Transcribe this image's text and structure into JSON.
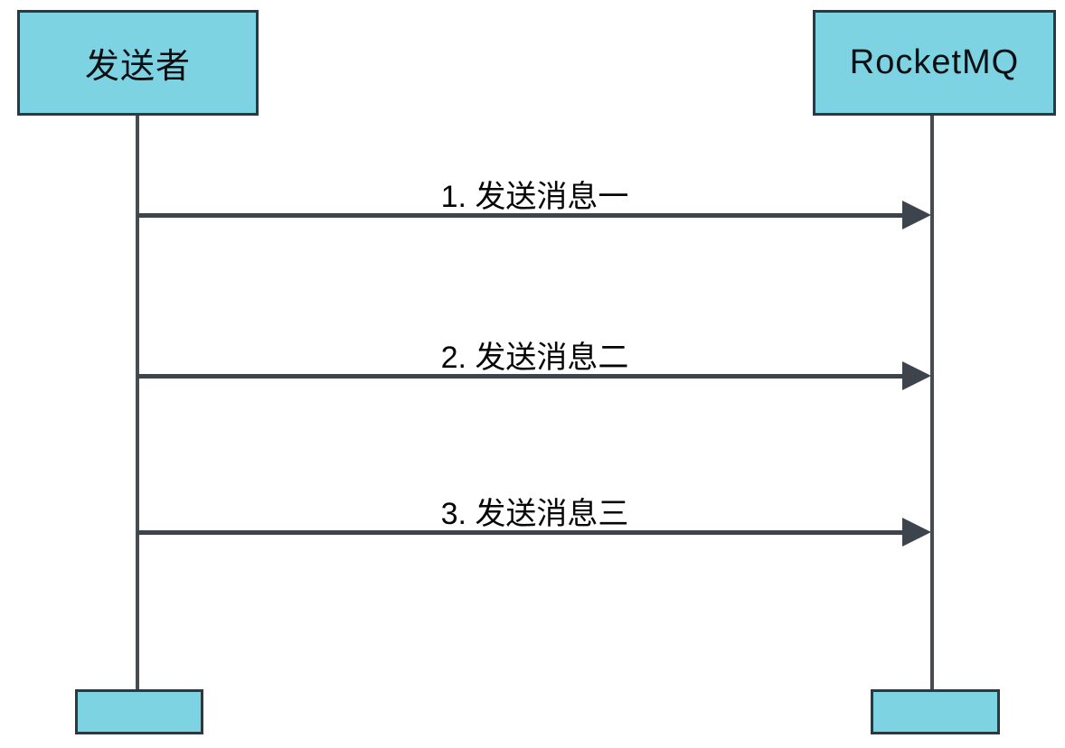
{
  "diagram": {
    "type": "sequence-diagram",
    "actors": [
      {
        "name": "发送者"
      },
      {
        "name": "RocketMQ"
      }
    ],
    "messages": [
      {
        "label": "1. 发送消息一",
        "from": "发送者",
        "to": "RocketMQ"
      },
      {
        "label": "2. 发送消息二",
        "from": "发送者",
        "to": "RocketMQ"
      },
      {
        "label": "3. 发送消息三",
        "from": "发送者",
        "to": "RocketMQ"
      }
    ],
    "colors": {
      "actor_fill": "#7ed3e3",
      "actor_border": "#2d3940",
      "line": "#3d444b",
      "text": "#060606",
      "background": "#ffffff"
    }
  }
}
